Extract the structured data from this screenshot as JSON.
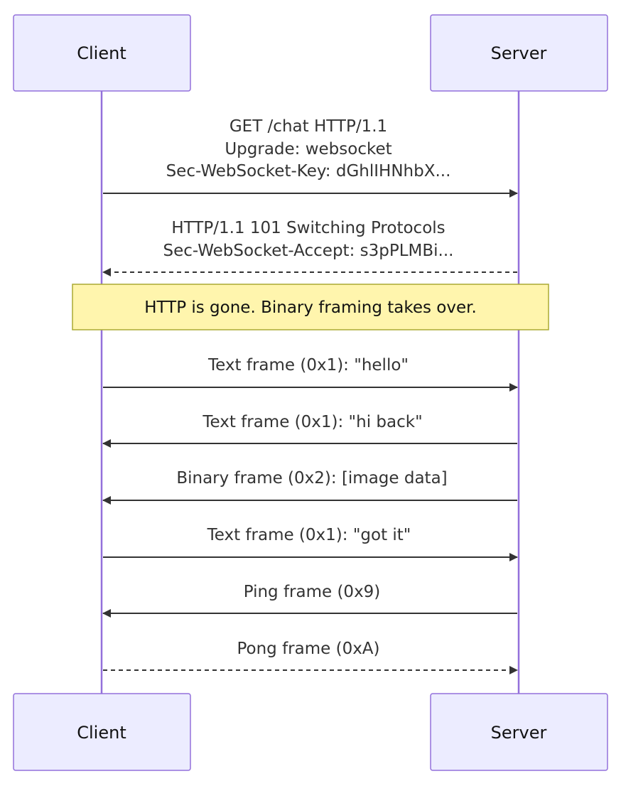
{
  "diagram": {
    "type": "sequence",
    "participants": [
      "Client",
      "Server"
    ],
    "actors": {
      "top": {
        "client": "Client",
        "server": "Server"
      },
      "bottom": {
        "client": "Client",
        "server": "Server"
      }
    },
    "colors": {
      "actor_fill": "#ECECFF",
      "actor_stroke": "#9370DB",
      "note_fill": "#FFF5AD",
      "note_stroke": "#AAAA33",
      "message_line": "#333333"
    },
    "messages": [
      {
        "from": "Client",
        "to": "Server",
        "style": "solid",
        "lines": [
          "GET /chat HTTP/1.1",
          "Upgrade: websocket",
          "Sec-WebSocket-Key: dGhlIHNhbX..."
        ]
      },
      {
        "from": "Server",
        "to": "Client",
        "style": "dashed",
        "lines": [
          "HTTP/1.1 101 Switching Protocols",
          "Sec-WebSocket-Accept: s3pPLMBi..."
        ]
      },
      {
        "from": "Client",
        "to": "Server",
        "style": "solid",
        "lines": [
          "Text frame (0x1): \"hello\""
        ]
      },
      {
        "from": "Server",
        "to": "Client",
        "style": "solid",
        "lines": [
          "Text frame (0x1): \"hi back\""
        ]
      },
      {
        "from": "Server",
        "to": "Client",
        "style": "solid",
        "lines": [
          "Binary frame (0x2): [image data]"
        ]
      },
      {
        "from": "Client",
        "to": "Server",
        "style": "solid",
        "lines": [
          "Text frame (0x1): \"got it\""
        ]
      },
      {
        "from": "Server",
        "to": "Client",
        "style": "solid",
        "lines": [
          "Ping frame (0x9)"
        ]
      },
      {
        "from": "Client",
        "to": "Server",
        "style": "dashed",
        "lines": [
          "Pong frame (0xA)"
        ]
      }
    ],
    "note": {
      "over": [
        "Client",
        "Server"
      ],
      "text": "HTTP is gone. Binary framing takes over."
    }
  }
}
